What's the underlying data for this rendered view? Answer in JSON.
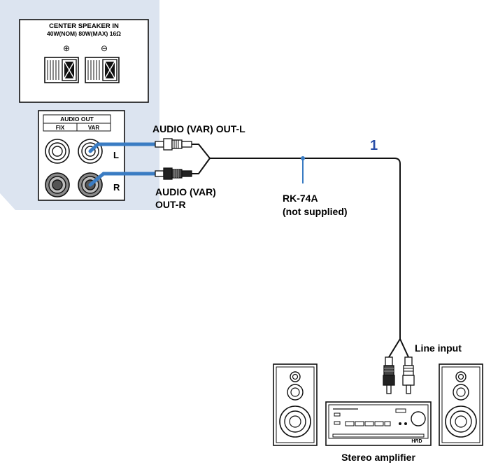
{
  "panel": {
    "speaker_title": "CENTER SPEAKER IN",
    "speaker_spec": "40W(NOM)  80W(MAX)  16Ω",
    "plus_symbol": "⊕",
    "minus_symbol": "⊖",
    "audio_out_title": "AUDIO OUT",
    "fix_label": "FIX",
    "var_label": "VAR",
    "l_label": "L",
    "r_label": "R"
  },
  "labels": {
    "out_l": "AUDIO (VAR) OUT-L",
    "out_r_line1": "AUDIO (VAR)",
    "out_r_line2": "OUT-R",
    "step_number": "1",
    "cable_name": "RK-74A",
    "cable_note": "(not supplied)",
    "line_input": "Line input",
    "amplifier": "Stereo amplifier",
    "amp_badge": "HRD"
  },
  "colors": {
    "panel_bg": "#dce4f0",
    "highlight": "#3a7cc3",
    "step_number": "#2a4fa8",
    "outline": "#111111"
  }
}
